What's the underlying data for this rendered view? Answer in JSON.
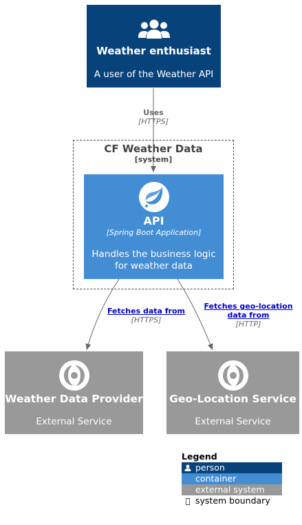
{
  "person": {
    "title": "Weather enthusiast",
    "description": "A user of the Weather API",
    "icon": "users-icon",
    "color": "#08427b"
  },
  "boundary": {
    "title": "CF Weather Data",
    "type": "[system]"
  },
  "api": {
    "title": "API",
    "technology": "[Spring Boot Application]",
    "description_line1": "Handles the business logic",
    "description_line2": "for weather data",
    "icon": "spring-leaf-icon",
    "color": "#438dd5"
  },
  "provider": {
    "title": "Weather Data Provider",
    "description": "External Service",
    "icon": "spring-cloud-icon",
    "color": "#999999"
  },
  "geo": {
    "title": "Geo-Location Service",
    "description": "External Service",
    "icon": "spring-cloud-icon",
    "color": "#999999"
  },
  "relations": {
    "uses": {
      "label": "Uses",
      "tech": "[HTTPS]"
    },
    "fetch_weather": {
      "label": "Fetches data from",
      "tech": "[HTTPS]"
    },
    "fetch_geo": {
      "label_line1": "Fetches geo-location",
      "label_line2": "data from",
      "tech": "[HTTP]"
    }
  },
  "legend": {
    "title": "Legend",
    "person": "person",
    "container": "container",
    "external": "external system",
    "boundary": "system boundary"
  }
}
